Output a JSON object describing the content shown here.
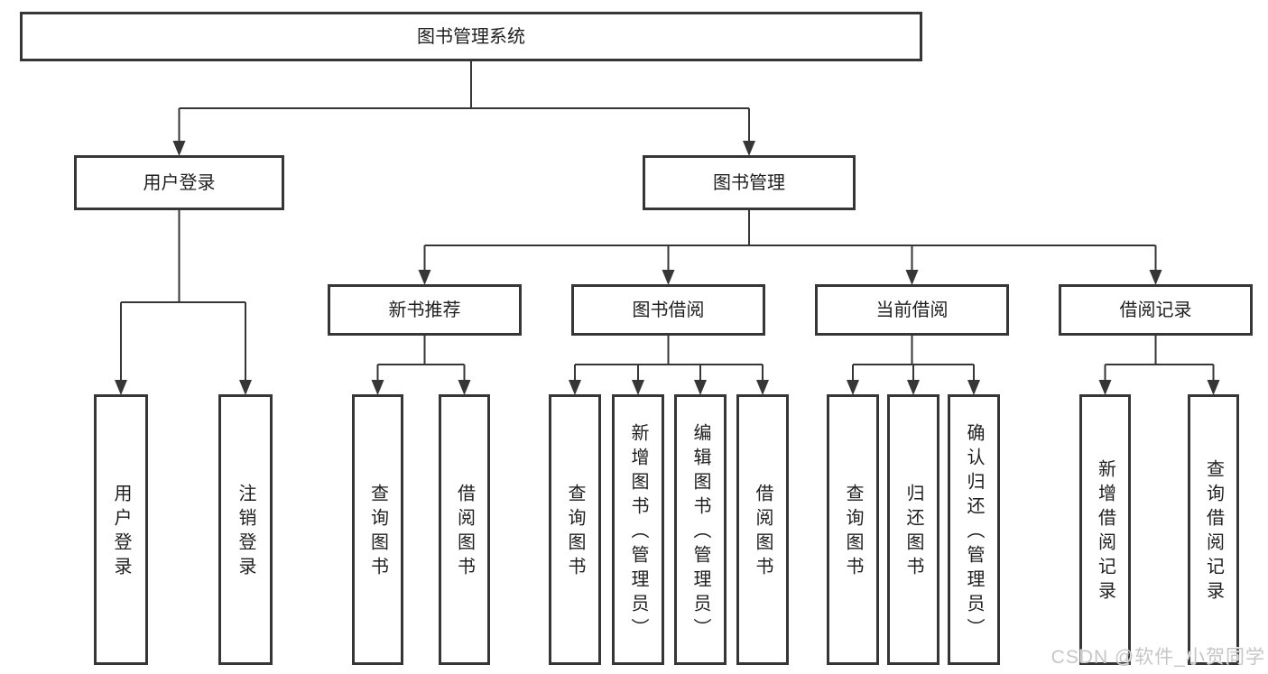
{
  "tree": {
    "root": {
      "label": "图书管理系统",
      "children": [
        {
          "label": "用户登录",
          "children": [
            {
              "label": "用户登录"
            },
            {
              "label": "注销登录"
            }
          ]
        },
        {
          "label": "图书管理",
          "children": [
            {
              "label": "新书推荐",
              "children": [
                {
                  "label": "查询图书"
                },
                {
                  "label": "借阅图书"
                }
              ]
            },
            {
              "label": "图书借阅",
              "children": [
                {
                  "label": "查询图书"
                },
                {
                  "label": "新增图书（管理员）"
                },
                {
                  "label": "编辑图书（管理员）"
                },
                {
                  "label": "借阅图书"
                }
              ]
            },
            {
              "label": "当前借阅",
              "children": [
                {
                  "label": "查询图书"
                },
                {
                  "label": "归还图书"
                },
                {
                  "label": "确认归还（管理员）"
                }
              ]
            },
            {
              "label": "借阅记录",
              "children": [
                {
                  "label": "新增借阅记录"
                },
                {
                  "label": "查询借阅记录"
                }
              ]
            }
          ]
        }
      ]
    }
  },
  "watermark": {
    "text": "CSDN @软件_小贺同学"
  },
  "colors": {
    "line": "#363636",
    "box_border": "#363636",
    "text": "#1f1f1f",
    "watermark": "#c6c6c6",
    "background": "#ffffff"
  }
}
